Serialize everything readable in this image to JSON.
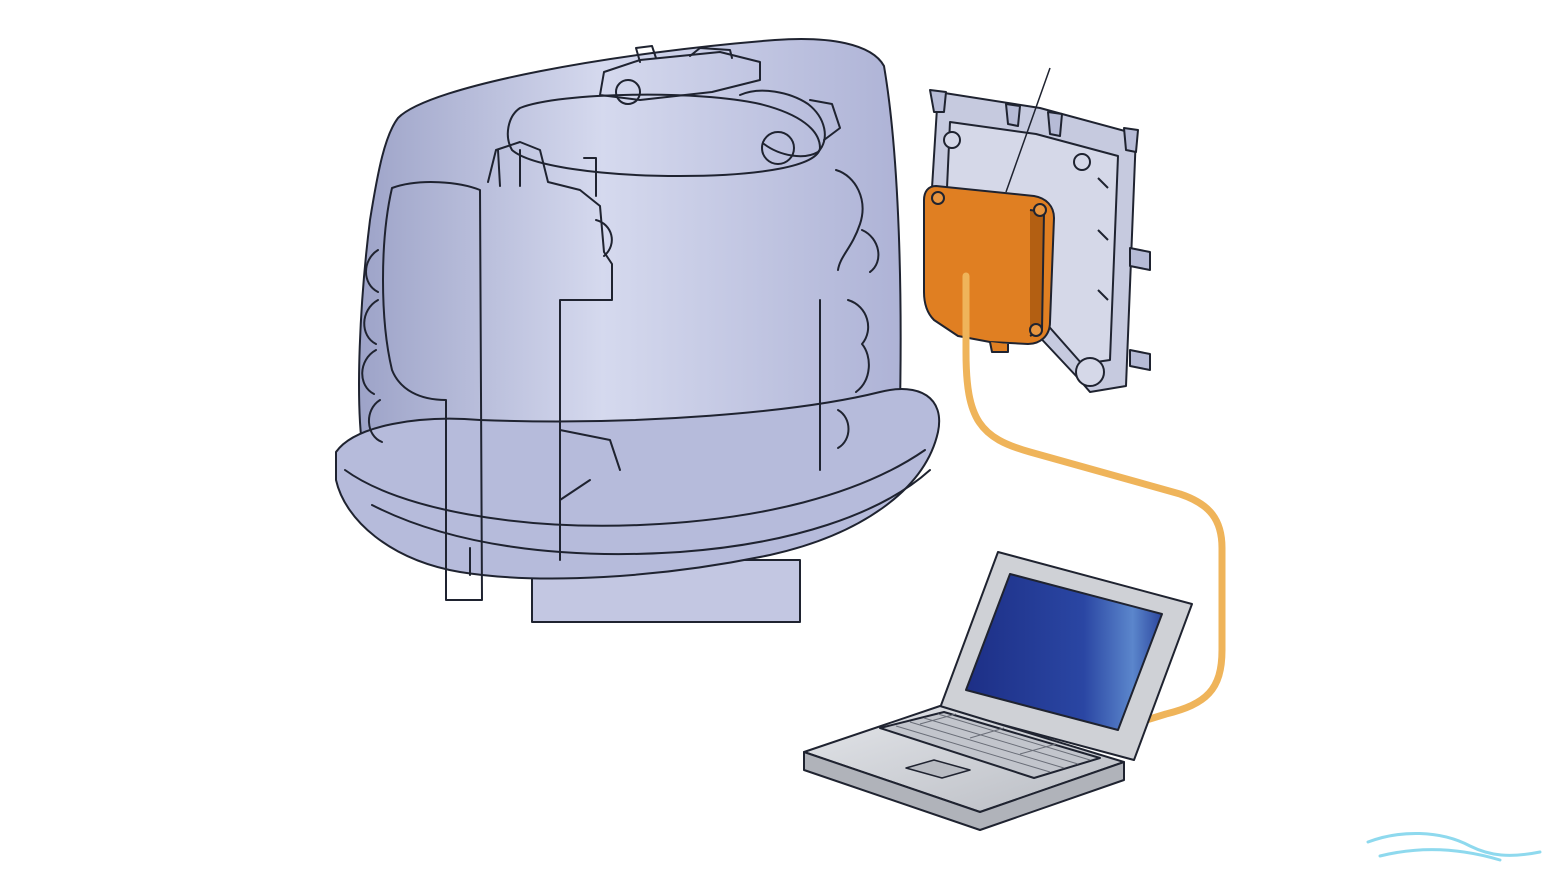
{
  "figure": {
    "components": [
      {
        "id": "outboard-engine",
        "kind": "engine-cowling"
      },
      {
        "id": "ecu-bracket",
        "kind": "mounting-bracket"
      },
      {
        "id": "ecu-module",
        "kind": "control-unit"
      },
      {
        "id": "diagnostic-cable",
        "kind": "cable"
      },
      {
        "id": "laptop",
        "kind": "computer"
      }
    ],
    "connections": [
      {
        "from": "ecu-module",
        "to": "laptop",
        "via": "diagnostic-cable"
      }
    ],
    "leader_lines": [
      {
        "points_to": "ecu-module",
        "label": ""
      }
    ]
  },
  "colors": {
    "background": "#ffffff",
    "outline": "#1f2330",
    "engine_fill": "#b9bedd",
    "engine_shadow": "#9da3c8",
    "engine_highlight": "#dfe2f2",
    "bracket_fill": "#c6cadf",
    "ecu_fill": "#e07f22",
    "ecu_edge": "#b35f12",
    "cable": "#efb45a",
    "laptop_body": "#d2d4d8",
    "laptop_screen_dark": "#1d2f86",
    "laptop_screen_light": "#5b86cc",
    "watermark": "#8ed9ee"
  },
  "watermark": {
    "visible": true
  }
}
